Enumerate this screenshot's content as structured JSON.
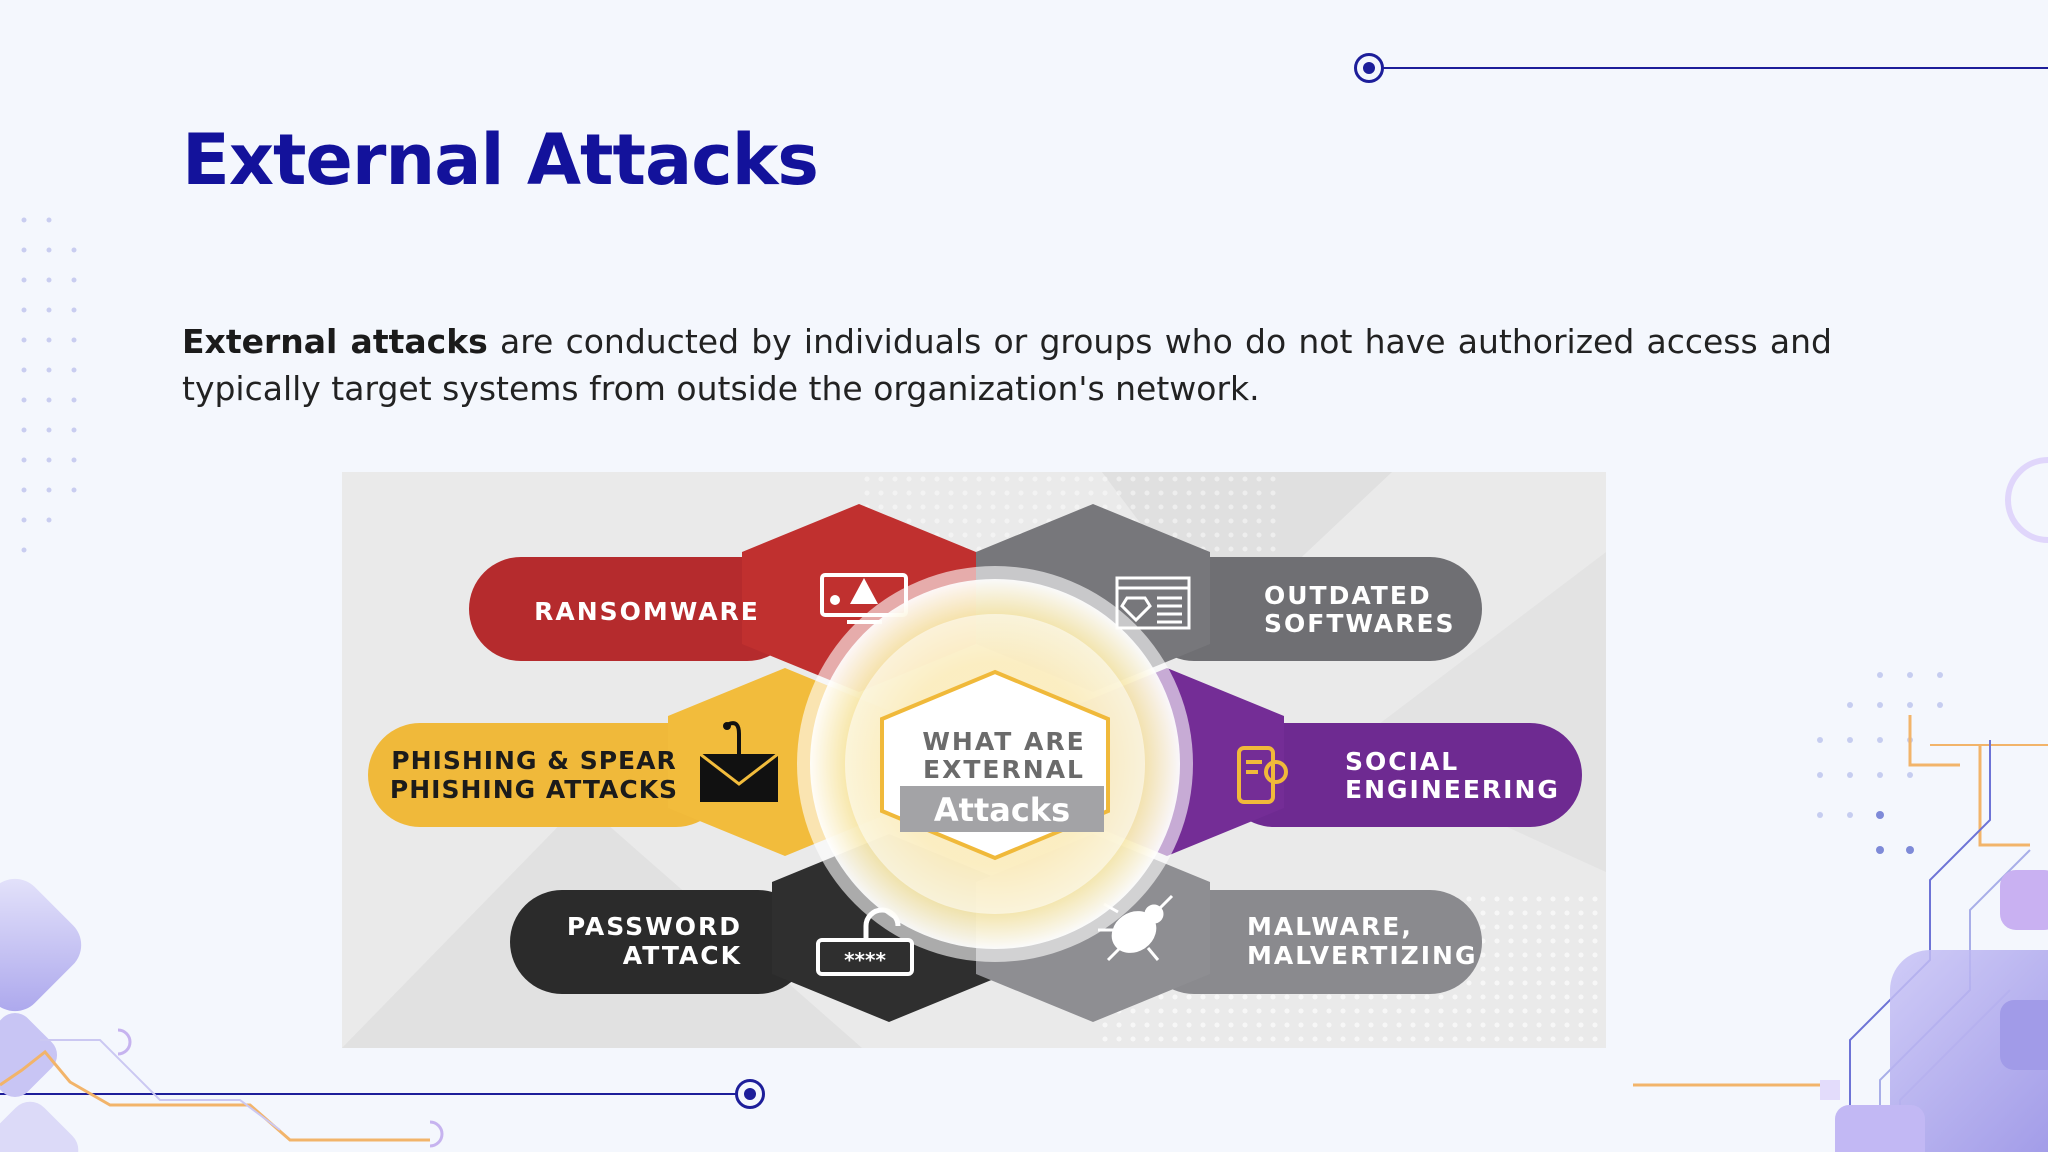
{
  "slide": {
    "title": "External Attacks",
    "intro_bold": "External attacks",
    "intro_rest": " are conducted by individuals or groups who do not have authorized access and typically target systems from outside the organization's network."
  },
  "infographic": {
    "center": {
      "line1": "WHAT ARE",
      "line2": "EXTERNAL",
      "line3": "Attacks"
    },
    "items": [
      {
        "id": "ransomware",
        "lines": [
          "RANSOMWARE"
        ],
        "color": "#b52b2d",
        "icon": "monitor-warning-icon"
      },
      {
        "id": "outdated",
        "lines": [
          "OUTDATED",
          "SOFTWARES"
        ],
        "color": "#6f6f73",
        "icon": "software-window-icon"
      },
      {
        "id": "phishing",
        "lines": [
          "PHISHING & SPEAR",
          "PHISHING ATTACKS"
        ],
        "color": "#f0b93a",
        "icon": "envelope-hook-icon"
      },
      {
        "id": "social",
        "lines": [
          "SOCIAL",
          "ENGINEERING"
        ],
        "color": "#6e2a91",
        "icon": "phone-gear-icon"
      },
      {
        "id": "password",
        "lines": [
          "PASSWORD",
          "ATTACK"
        ],
        "color": "#2b2b2b",
        "icon": "lock-password-icon"
      },
      {
        "id": "malware",
        "lines": [
          "MALWARE,",
          "MALVERTIZING"
        ],
        "color": "#8a8a8e",
        "icon": "bug-icon"
      }
    ]
  },
  "colors": {
    "title": "#13129b",
    "accent_line": "#1d1e9a",
    "background": "#f4f7fd",
    "orange_trace": "#f2b46a",
    "purple_deco": "#a79ff0"
  }
}
